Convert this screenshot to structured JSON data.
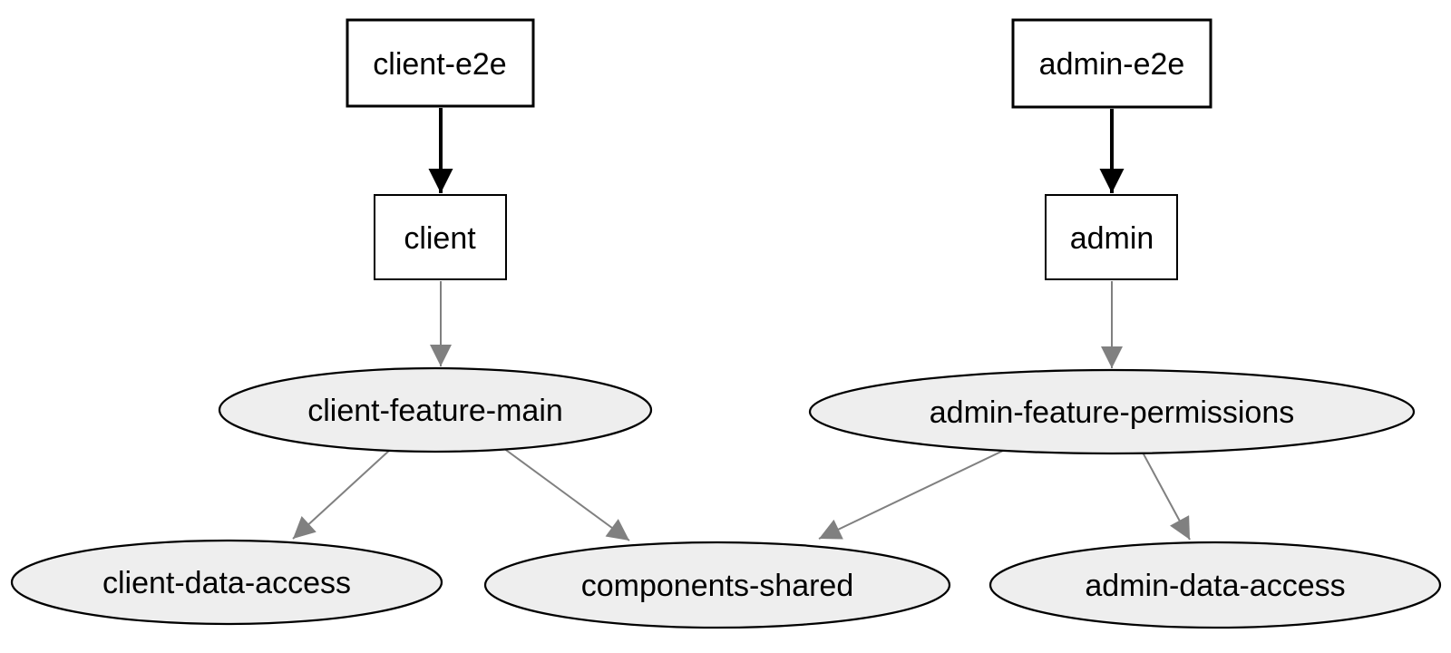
{
  "diagram": {
    "type": "dependency-graph",
    "background": "#ffffff",
    "colors": {
      "node_fill": "#eeeeee",
      "box_fill": "#ffffff",
      "node_stroke": "#000000",
      "edge_strong": "#000000",
      "edge_soft": "#808080",
      "text": "#000000"
    },
    "nodes": [
      {
        "id": "client-e2e",
        "label": "client-e2e",
        "shape": "box"
      },
      {
        "id": "client",
        "label": "client",
        "shape": "box"
      },
      {
        "id": "client-feature-main",
        "label": "client-feature-main",
        "shape": "ellipse"
      },
      {
        "id": "client-data-access",
        "label": "client-data-access",
        "shape": "ellipse"
      },
      {
        "id": "components-shared",
        "label": "components-shared",
        "shape": "ellipse"
      },
      {
        "id": "admin-e2e",
        "label": "admin-e2e",
        "shape": "box"
      },
      {
        "id": "admin",
        "label": "admin",
        "shape": "box"
      },
      {
        "id": "admin-feature-permissions",
        "label": "admin-feature-permissions",
        "shape": "ellipse"
      },
      {
        "id": "admin-data-access",
        "label": "admin-data-access",
        "shape": "ellipse"
      }
    ],
    "edges": [
      {
        "from": "client-e2e",
        "to": "client",
        "style": "strong"
      },
      {
        "from": "admin-e2e",
        "to": "admin",
        "style": "strong"
      },
      {
        "from": "client",
        "to": "client-feature-main",
        "style": "soft"
      },
      {
        "from": "admin",
        "to": "admin-feature-permissions",
        "style": "soft"
      },
      {
        "from": "client-feature-main",
        "to": "client-data-access",
        "style": "soft"
      },
      {
        "from": "client-feature-main",
        "to": "components-shared",
        "style": "soft"
      },
      {
        "from": "admin-feature-permissions",
        "to": "components-shared",
        "style": "soft"
      },
      {
        "from": "admin-feature-permissions",
        "to": "admin-data-access",
        "style": "soft"
      }
    ]
  }
}
